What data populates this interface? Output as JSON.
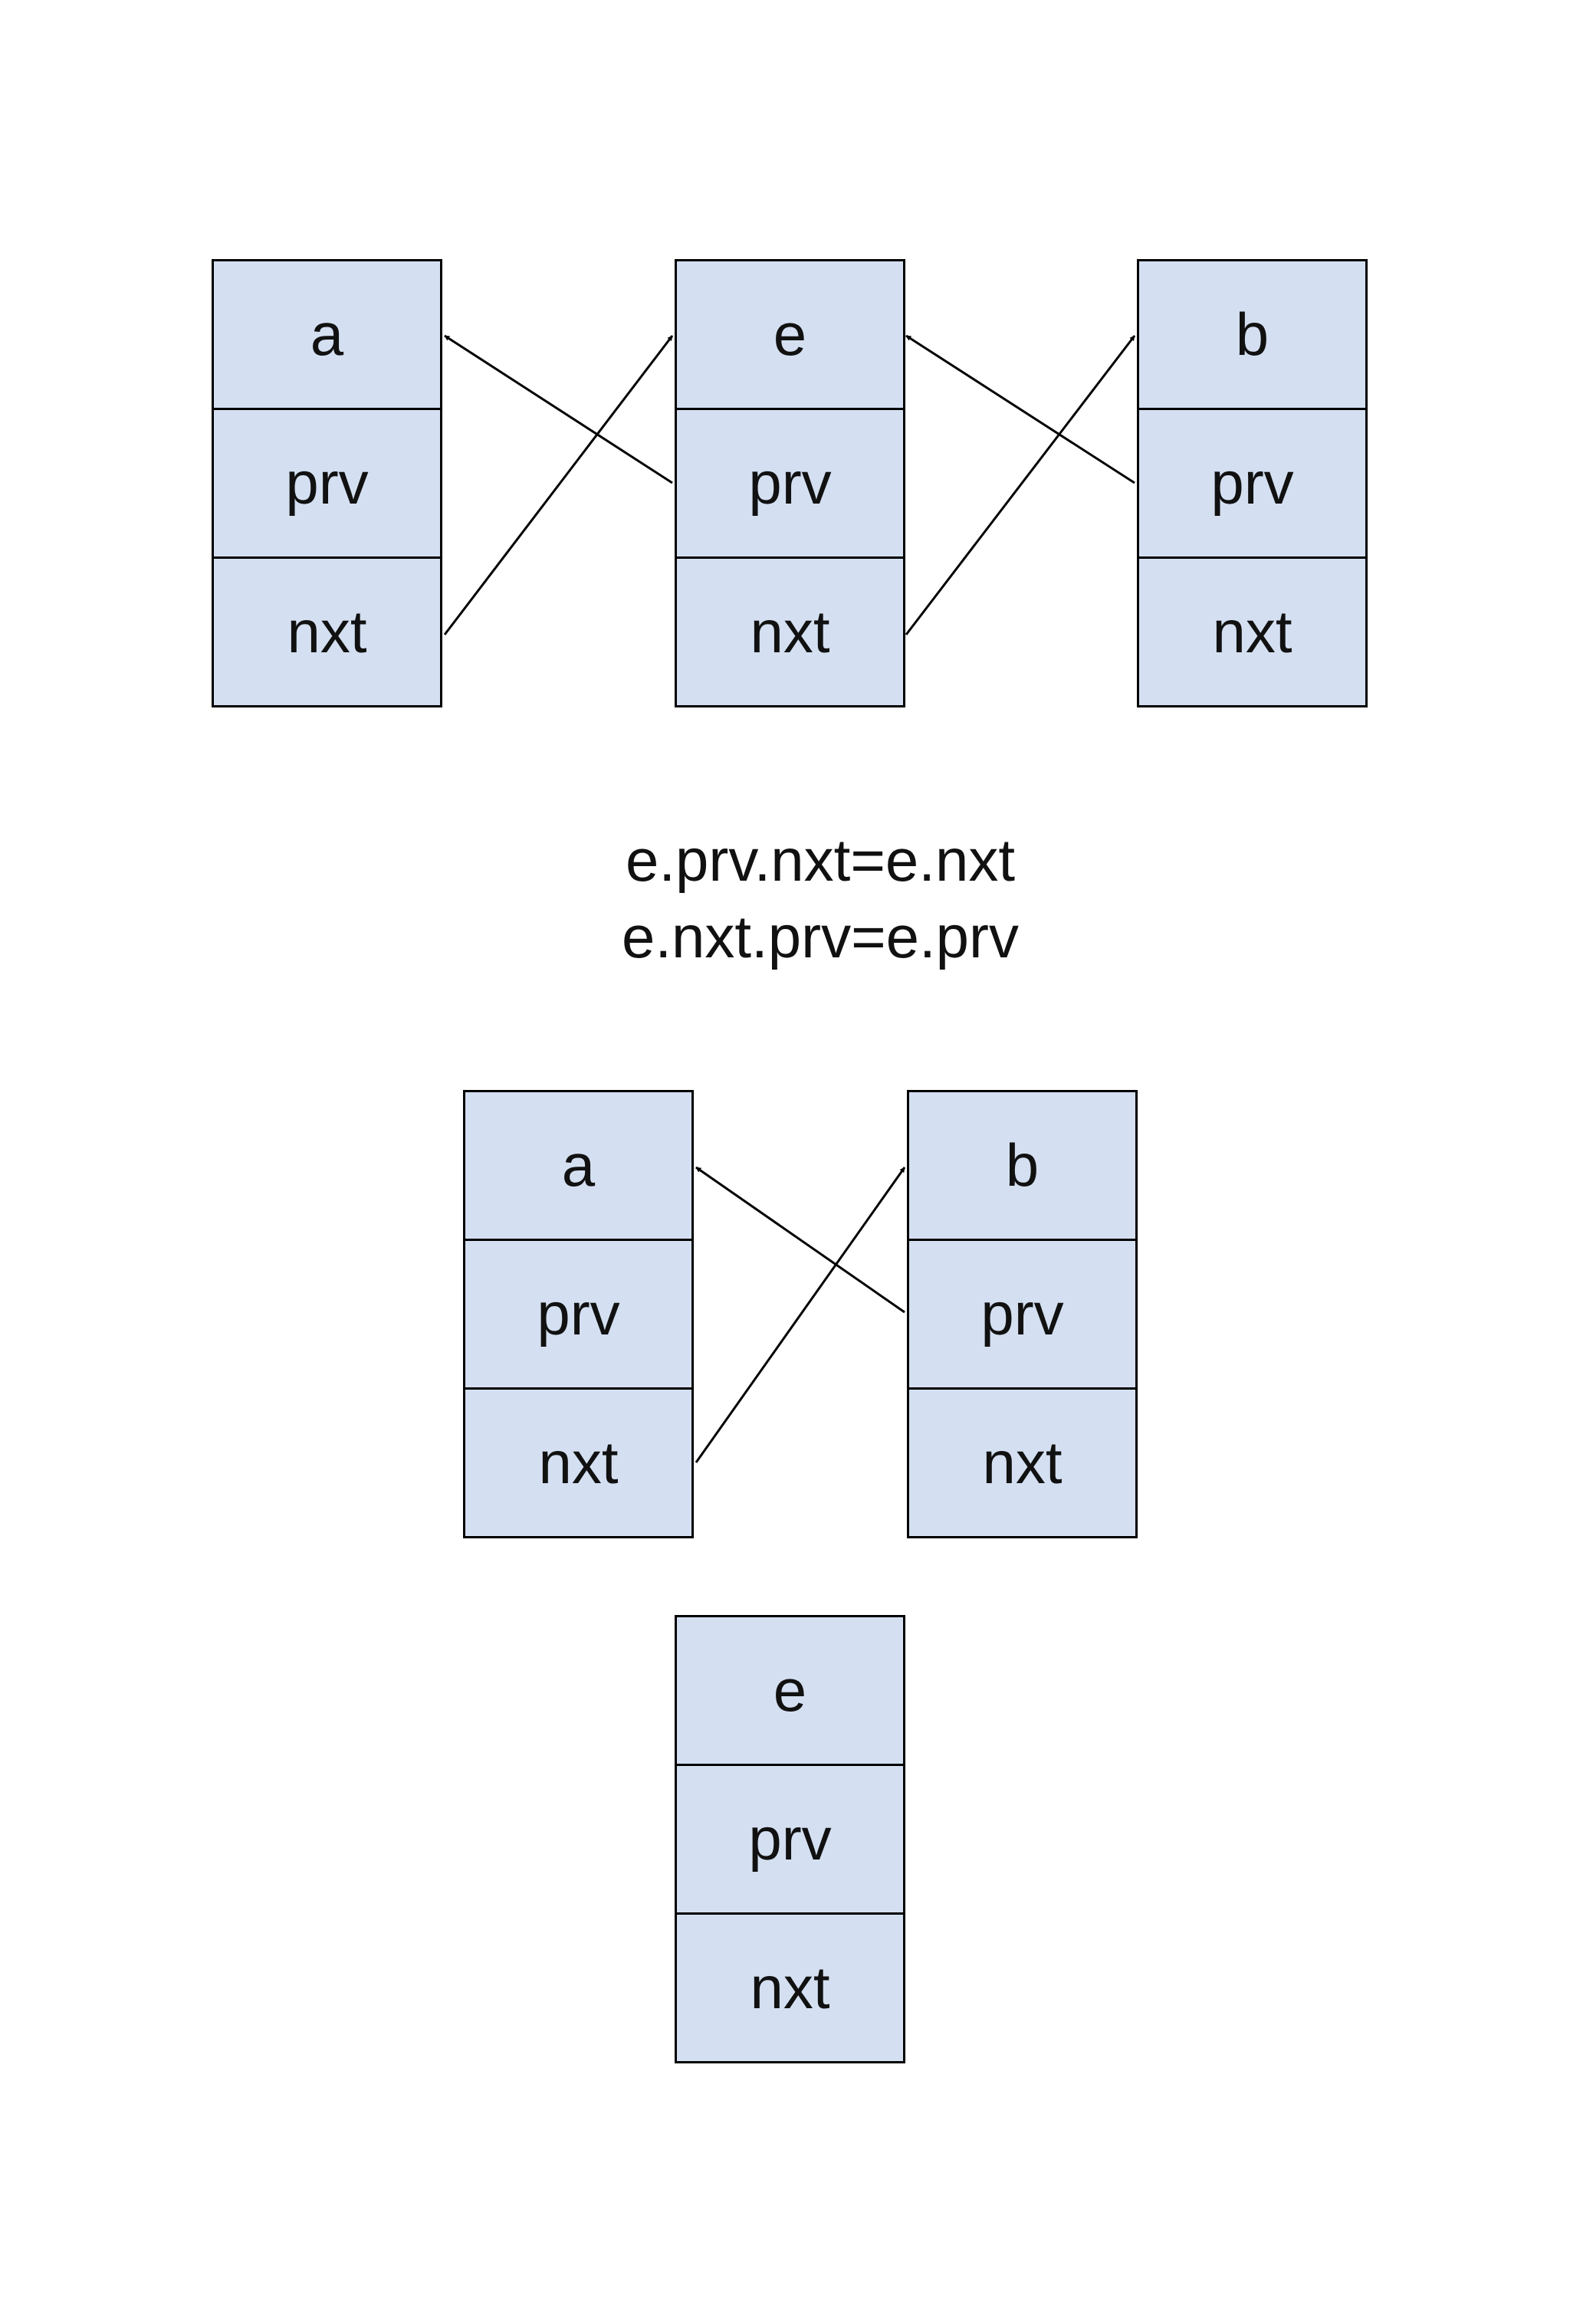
{
  "diagram": {
    "before": {
      "nodes": [
        {
          "name": "a",
          "fields": [
            "prv",
            "nxt"
          ]
        },
        {
          "name": "e",
          "fields": [
            "prv",
            "nxt"
          ]
        },
        {
          "name": "b",
          "fields": [
            "prv",
            "nxt"
          ]
        }
      ]
    },
    "operations": [
      "e.prv.nxt=e.nxt",
      "e.nxt.prv=e.prv"
    ],
    "after": {
      "nodes": [
        {
          "name": "a",
          "fields": [
            "prv",
            "nxt"
          ]
        },
        {
          "name": "b",
          "fields": [
            "prv",
            "nxt"
          ]
        }
      ],
      "removed": {
        "name": "e",
        "fields": [
          "prv",
          "nxt"
        ]
      }
    },
    "colors": {
      "node_fill": "#d4e0f1",
      "stroke": "#000000"
    }
  }
}
